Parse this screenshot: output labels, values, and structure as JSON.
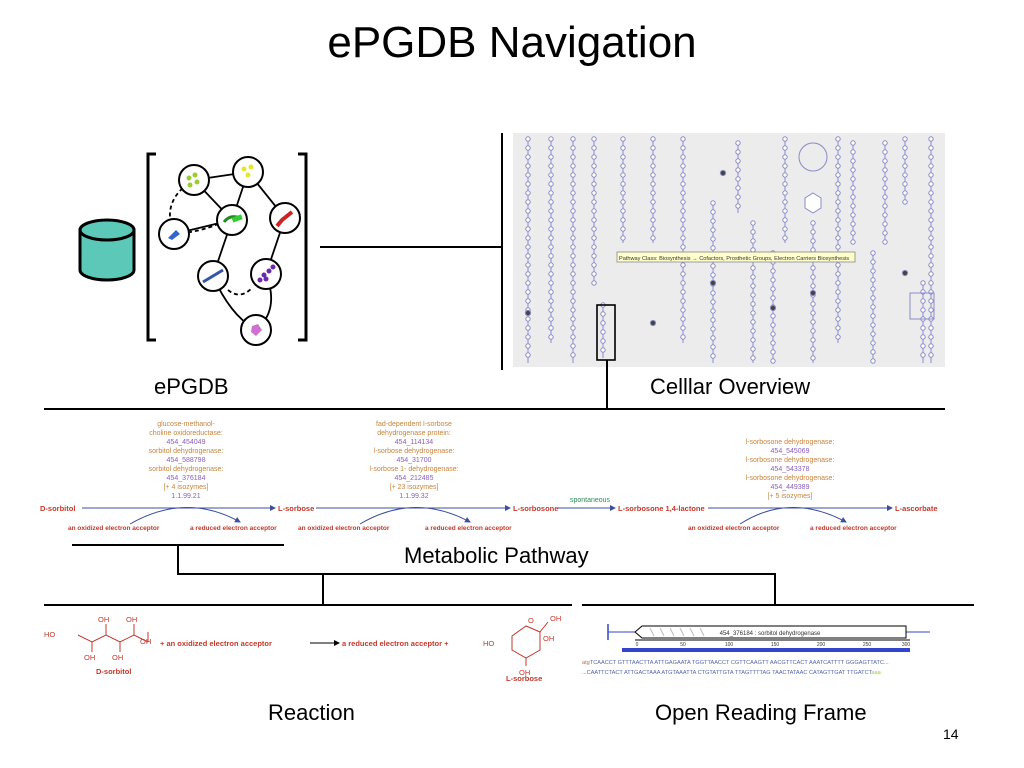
{
  "title": "ePGDB Navigation",
  "labels": {
    "epgdb": "ePGDB",
    "cellular": "Celllar Overview",
    "pathway": "Metabolic Pathway",
    "reaction": "Reaction",
    "orf": "Open Reading Frame"
  },
  "page_number": "14",
  "cellular_overview": {
    "tooltip": "Pathway Class: Biosynthesis → Cofactors, Prosthetic Groups, Electron Carriers Biosynthesis"
  },
  "pathway": {
    "compounds": [
      "D-sorbitol",
      "L-sorbose",
      "L-sorbosone",
      "L-sorbosone 1,4-lactone",
      "L-ascorbate"
    ],
    "spontaneous": "spontaneous",
    "enzymes1": [
      "glucose-methanol-",
      "choline oxidoreductase:",
      "454_454049",
      "sorbitol dehydrogenase:",
      "454_588798",
      "sorbitol dehydrogenase:",
      "454_376184",
      "[+ 4 isozymes]",
      "1.1.99.21"
    ],
    "enzymes2": [
      "fad-dependent l-sorbose",
      "dehydrogenase protein:",
      "454_114134",
      "l-sorbose dehydrogenase:",
      "454_31700",
      "l-sorbose 1- dehydrogenase:",
      "454_212485",
      "[+ 23 isozymes]",
      "1.1.99.32"
    ],
    "enzymes3": [
      "l-sorbosone dehydrogenase:",
      "454_545069",
      "l-sorbosone dehydrogenase:",
      "454_543378",
      "l-sorbosone dehydrogenase:",
      "454_449389",
      "[+ 5 isozymes]"
    ],
    "acceptor": "an oxidized electron acceptor",
    "reduced": "a reduced electron acceptor"
  },
  "reaction": {
    "substrate": "D-sorbitol",
    "product": "L-sorbose",
    "plus_acceptor": "+ an oxidized electron acceptor",
    "reduced": "a reduced electron acceptor +",
    "oh": "OH",
    "ho": "HO",
    "o": "O"
  },
  "orf": {
    "gene_label": "454_376184 : sorbitol dehydrogenase",
    "ticks": [
      "0",
      "50",
      "100",
      "150",
      "200",
      "250",
      "300"
    ],
    "seq1_prefix": "atg",
    "seq1": "TCAACCT GTTTAACTTA ATTGAGAATA TGGTTAACCT CGTTCAAGTT AACGTTCACT AAATCATTTT GGGAGTTATC...",
    "seq2": "...CAATTCTACT ATTGACTAAA ATGTAAATTA CTGTATTGTA TTAGTTTTAG TAACTATAAC CATAGTTGAT TTGATCT",
    "seq2_suffix": "aaa"
  },
  "colors": {
    "cylinder": "#5cc8b8",
    "pathway_purple": "#8b5fbf",
    "enzyme_orange": "#c8843c",
    "compound_red": "#c0392b",
    "orf_blue": "#3344cc"
  }
}
